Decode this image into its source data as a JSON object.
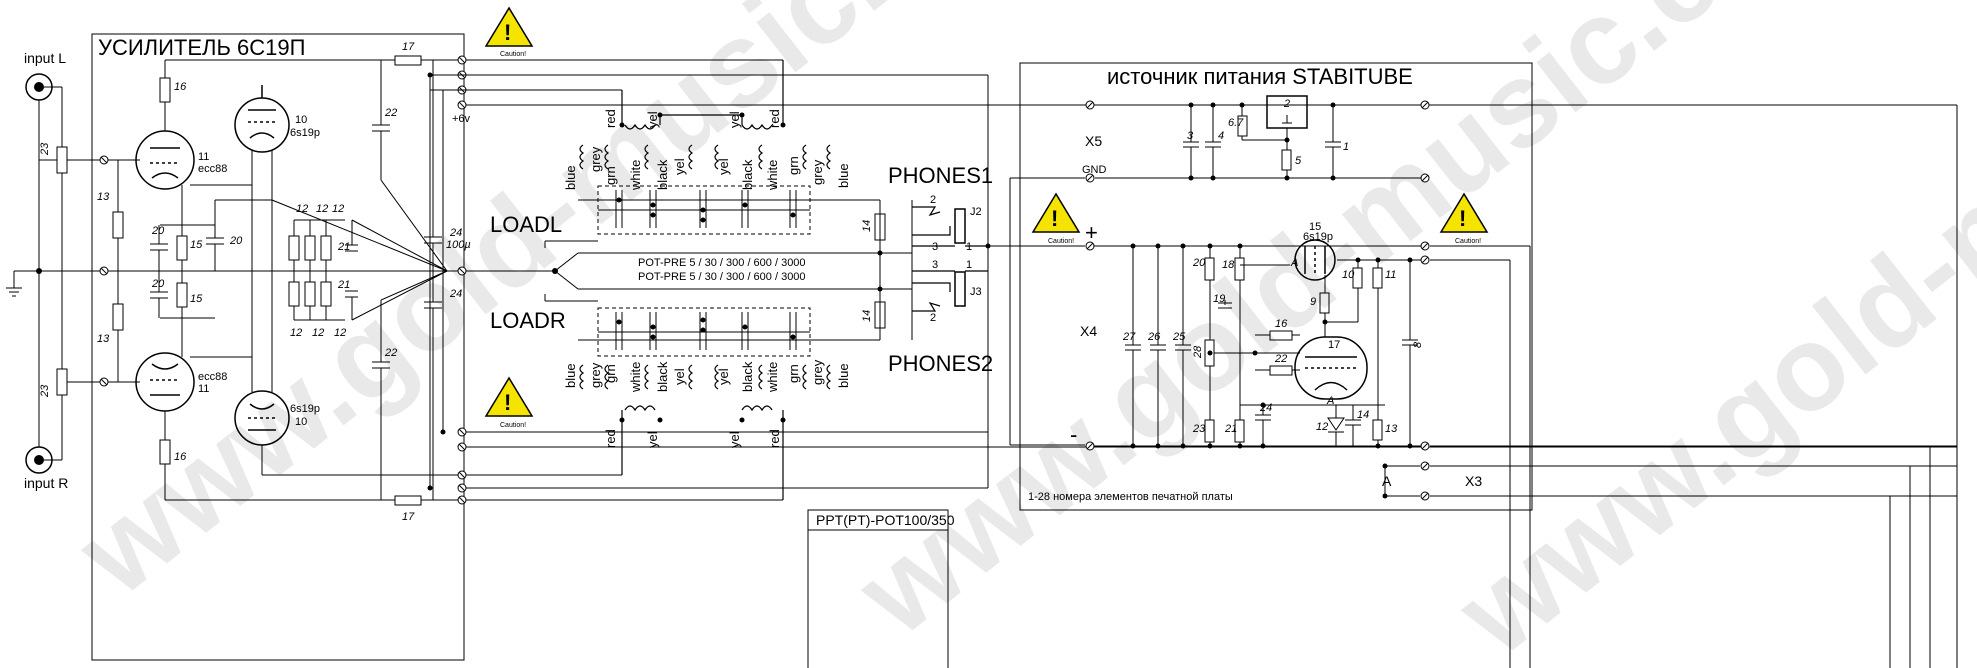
{
  "watermark": "www.gold-music.com",
  "title_amp": "УСИЛИТЕЛЬ 6С19П",
  "title_psu": "источник питания STABITUBE",
  "caution_text": "Caution!",
  "inputs": {
    "left": "input L",
    "right": "input R"
  },
  "loads": {
    "left": "LOADL",
    "right": "LOADR"
  },
  "phones": {
    "p1": "PHONES1",
    "p2": "PHONES2"
  },
  "pot_lines": [
    "POT-PRE 5 / 30 / 300 / 600 / 3000",
    "POT-PRE 5 / 30 / 300 / 600 / 3000"
  ],
  "bottom_box": "PPT(PT)-POT100/350",
  "pcb_note": "1-28 номера элементов печатной платы",
  "connectors": {
    "x5": "X5",
    "x4": "X4",
    "x3": "X3",
    "gnd": "GND",
    "plus": "+",
    "minus": "-",
    "a": "A",
    "v6": "+6v",
    "j2": "J2",
    "j3": "J3"
  },
  "tubes": {
    "t11_top": {
      "num": "11",
      "type": "ecc88"
    },
    "t10_top": {
      "num": "10",
      "type": "6s19p"
    },
    "t11_bot": {
      "num": "11",
      "type": "ecc88"
    },
    "t10_bot": {
      "num": "10",
      "type": "6s19p"
    },
    "t15": {
      "num": "15",
      "type": "6s19p"
    },
    "t17": {
      "num": "17"
    }
  },
  "wire_colors_top": [
    "blue",
    "grey",
    "grn",
    "white",
    "black",
    "yel",
    "yel",
    "black",
    "white",
    "grn",
    "grey",
    "blue"
  ],
  "wire_colors_top_upper": [
    "red",
    "yel",
    "yel",
    "red"
  ],
  "wire_colors_bot": [
    "blue",
    "grey",
    "grn",
    "white",
    "black",
    "yel",
    "yel",
    "black",
    "white",
    "grn",
    "grey",
    "blue"
  ],
  "wire_colors_bot_lower": [
    "red",
    "yel",
    "yel",
    "red"
  ],
  "component_labels": {
    "r16a": "16",
    "r16b": "16",
    "r13a": "13",
    "r13b": "13",
    "r23a": "23",
    "r23b": "23",
    "r17a": "17",
    "r17b": "17",
    "c22a": "22",
    "c22b": "22",
    "c24a": "24",
    "c24b": "24",
    "c24val": "100µ",
    "c20a": "20",
    "c20b": "20",
    "c20c": "20",
    "r15a": "15",
    "r15b": "15",
    "r12": "12",
    "c21": "21",
    "r14a": "14",
    "r14b": "14",
    "psu_2": "2",
    "psu_67": "6.7",
    "psu_5": "5",
    "psu_3": "3",
    "psu_4": "4",
    "psu_1": "1",
    "psu_20": "20",
    "psu_18": "18",
    "psu_19": "19",
    "psu_28": "28",
    "psu_27": "27",
    "psu_26": "26",
    "psu_25": "25",
    "psu_16": "16",
    "psu_22": "22",
    "psu_9": "9",
    "psu_10": "10",
    "psu_11": "11",
    "psu_8": "8",
    "psu_23": "23",
    "psu_21": "21",
    "psu_24": "24",
    "psu_12": "12",
    "psu_14": "14",
    "psu_13": "13",
    "psu_A": "A"
  },
  "jack_pins": {
    "j2_top": "2",
    "j2_mid": "3",
    "j2_one": "1",
    "j3_top": "3",
    "j3_one": "1",
    "j3_bot": "2"
  }
}
